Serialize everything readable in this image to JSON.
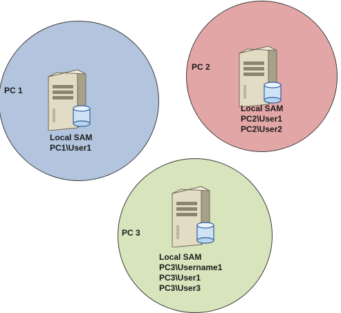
{
  "nodes": [
    {
      "label": "PC 1",
      "sam_title": "Local SAM",
      "users": [
        "PC1\\User1"
      ]
    },
    {
      "label": "PC 2",
      "sam_title": "Local SAM",
      "users": [
        "PC2\\User1",
        "PC2\\User2"
      ]
    },
    {
      "label": "PC 3",
      "sam_title": "Local SAM",
      "users": [
        "PC3\\Username1",
        "PC3\\User1",
        "PC3\\User3"
      ]
    }
  ],
  "colors": {
    "pc1": "#b3c5de",
    "pc2": "#e3a6a6",
    "pc3": "#d8e4bc"
  },
  "icons": [
    "server-icon",
    "database-icon"
  ]
}
